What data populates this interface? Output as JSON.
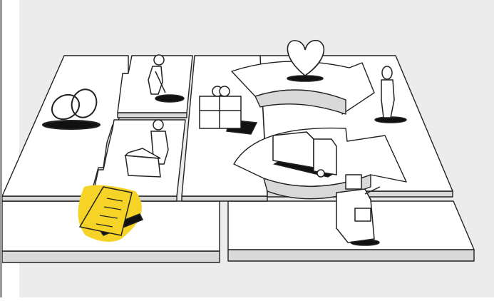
{
  "colors": {
    "background": "#ececec",
    "panel": "#ffffff",
    "panel_side": "#d9d9d9",
    "ink": "#222222",
    "highlight": "#f5d327"
  },
  "canvas": {
    "blocks": [
      {
        "id": "key-partners",
        "icon": "rings-icon"
      },
      {
        "id": "key-activities",
        "icon": "person-digging-icon"
      },
      {
        "id": "key-resources",
        "icon": "person-with-machine-icon"
      },
      {
        "id": "value-propositions",
        "icon": "gift-icon"
      },
      {
        "id": "customer-relationships",
        "icon": "heart-icon"
      },
      {
        "id": "channels",
        "icon": "truck-icon"
      },
      {
        "id": "customer-segments",
        "icon": "person-standing-icon"
      },
      {
        "id": "cost-structure",
        "icon": "bill-icon",
        "highlighted": true
      },
      {
        "id": "revenue-streams",
        "icon": "cash-register-icon"
      }
    ]
  }
}
